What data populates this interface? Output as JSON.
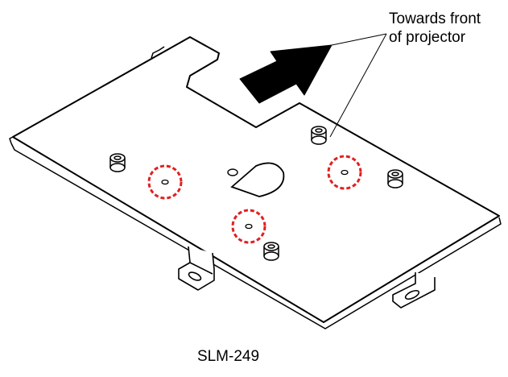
{
  "callout": {
    "line1": "Towards front",
    "line2": "of projector"
  },
  "caption": "SLM-249",
  "colors": {
    "outline": "#000000",
    "plate_fill": "#ffffff",
    "arrow": "#000000",
    "highlight": "#e02020"
  },
  "icons": {
    "direction": "arrow-up-right-icon",
    "mount_point": "dashed-circle-marker"
  }
}
